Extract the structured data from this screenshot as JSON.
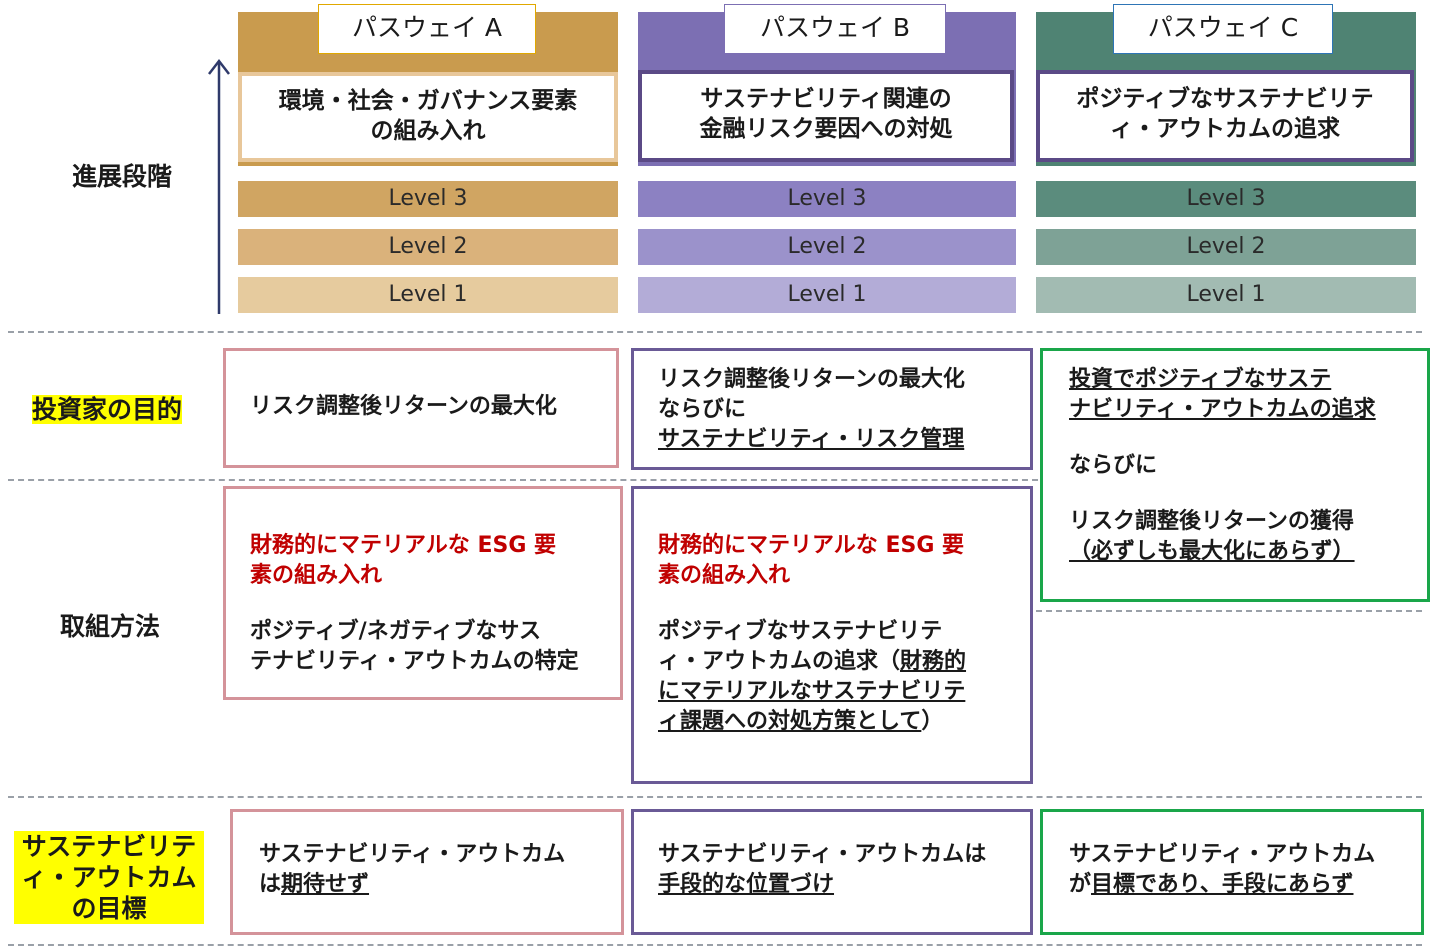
{
  "row_labels": {
    "stage": "進展段階",
    "investor_goal": "投資家の目的",
    "approach": "取組方法",
    "outcome_goal": "サステナビリティ・アウトカムの目標"
  },
  "pathways": [
    {
      "tab": "パスウェイ A",
      "title_line1": "環境・社会・ガバナンス要素",
      "title_line2": "の組み入れ",
      "levels": [
        "Level 3",
        "Level 2",
        "Level 1"
      ],
      "colors": {
        "band": "#c99b4e",
        "title_border": "#e8c79a",
        "tab_border": "#e0a800",
        "level3": "#d0a562",
        "level2": "#dab27b",
        "level1": "#e6cb9e",
        "box": "#d4939a"
      }
    },
    {
      "tab": "パスウェイ B",
      "title_line1": "サステナビリティ関連の",
      "title_line2": "金融リスク要因への対処",
      "levels": [
        "Level 3",
        "Level 2",
        "Level 1"
      ],
      "colors": {
        "band": "#7c6fb3",
        "title_border": "#5b4a86",
        "tab_border": "#7c6fb3",
        "level3": "#8c81c2",
        "level2": "#9b92cb",
        "level1": "#b3acd7",
        "box": "#6a5a96"
      }
    },
    {
      "tab": "パスウェイ C",
      "title_line1": "ポジティブなサステナビリテ",
      "title_line2": "ィ・アウトカムの追求",
      "levels": [
        "Level 3",
        "Level 2",
        "Level 1"
      ],
      "colors": {
        "band": "#4f8373",
        "title_border": "#5b4a86",
        "tab_border": "#2e75b6",
        "level3": "#5b8c7d",
        "level2": "#7ea296",
        "level1": "#a2bbb2",
        "box": "#1aa64a"
      }
    }
  ],
  "goal": {
    "a": "リスク調整後リターンの最大化",
    "b_line1": "リスク調整後リターンの最大化",
    "b_line2": "ならびに",
    "b_line3": "サステナビリティ・リスク管理",
    "c_line1": "投資でポジティブなサステ",
    "c_line2": "ナビリティ・アウトカムの追求",
    "c_line3": "ならびに",
    "c_line4": "リスク調整後リターンの獲得",
    "c_line5": "（必ずしも最大化にあらず）"
  },
  "approach": {
    "a_red1": "財務的にマテリアルな ESG 要",
    "a_red2": "素の組み入れ",
    "a_line1": "ポジティブ/ネガティブなサス",
    "a_line2": "テナビリティ・アウトカムの特定",
    "b_red1": "財務的にマテリアルな ESG 要",
    "b_red2": "素の組み入れ",
    "b_line1": "ポジティブなサステナビリテ",
    "b_line2a": "ィ・アウトカムの追求（",
    "b_line2b": "財務的",
    "b_line3": "にマテリアルなサステナビリテ",
    "b_line4a": "ィ課題への対処方策として",
    "b_line4b": "）"
  },
  "outcome": {
    "a_line1": "サステナビリティ・アウトカム",
    "a_line2a": "は",
    "a_line2b": "期待せず",
    "b_line1": "サステナビリティ・アウトカムは",
    "b_line2": "手段的な位置づけ",
    "c_line1": "サステナビリティ・アウトカム",
    "c_line2a": "が",
    "c_line2b": "目標であり、手段にあらず"
  }
}
